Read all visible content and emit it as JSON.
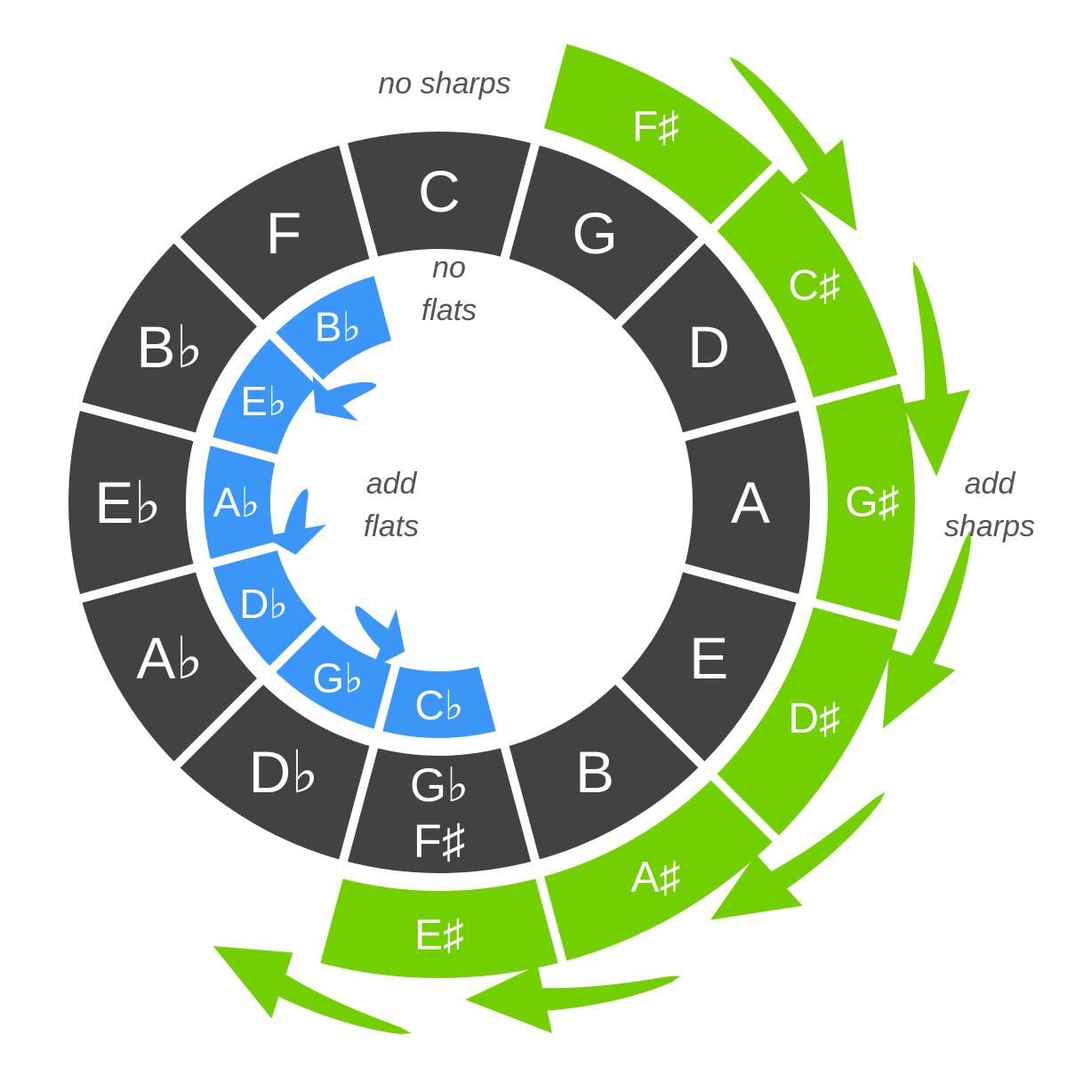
{
  "colors": {
    "dark": "#424242",
    "flats": "#3a97f7",
    "sharps": "#72cf00",
    "note_text": "#555555"
  },
  "major_keys": [
    "C",
    "G",
    "D",
    "A",
    "E",
    "B",
    [
      "G♭",
      "F♯"
    ],
    "D♭",
    "A♭",
    "E♭",
    "B♭",
    "F"
  ],
  "flat_keys": [
    "C♭",
    "G♭",
    "D♭",
    "A♭",
    "E♭",
    "B♭"
  ],
  "sharp_keys": [
    "F♯",
    "C♯",
    "G♯",
    "D♯",
    "A♯",
    "E♯"
  ],
  "annotations": {
    "no_sharps": "no sharps",
    "no_flats": [
      "no",
      "flats"
    ],
    "add_flats": [
      "add",
      "flats"
    ],
    "add_sharps": [
      "add",
      "sharps"
    ]
  },
  "arrows": {
    "sharps_count": 6,
    "flats_count": 3
  }
}
